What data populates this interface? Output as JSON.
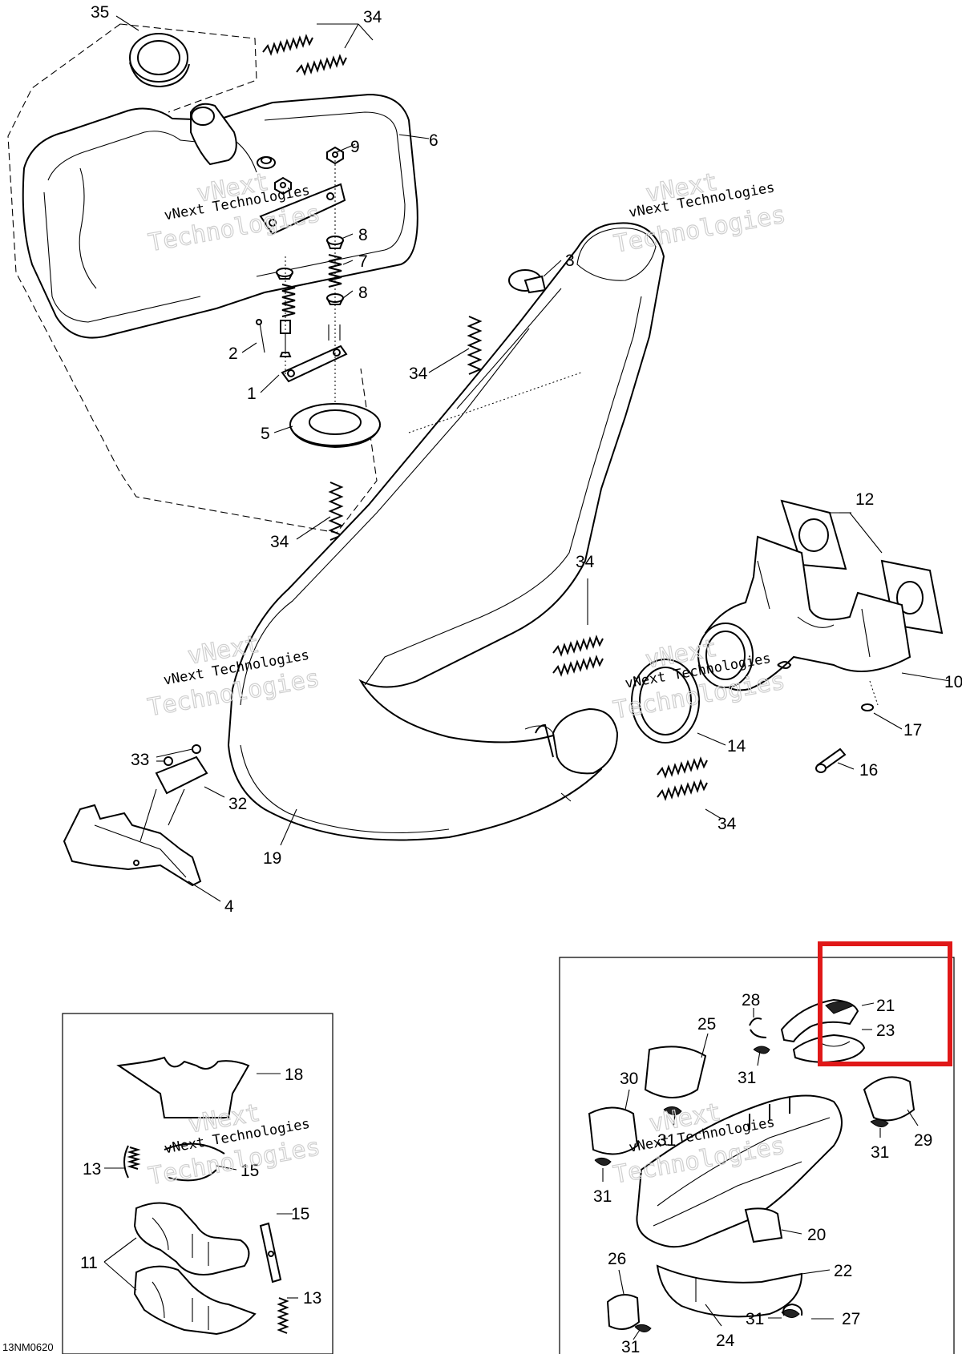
{
  "callouts": {
    "c35": "35",
    "c34a": "34",
    "c6": "6",
    "c9": "9",
    "c8a": "8",
    "c7": "7",
    "c8b": "8",
    "c2": "2",
    "c1": "1",
    "c5": "5",
    "c3": "3",
    "c34b": "34",
    "c34c": "34",
    "c12": "12",
    "c34d": "34",
    "c10": "10",
    "c17": "17",
    "c16": "16",
    "c14": "14",
    "c33": "33",
    "c32": "32",
    "c34e": "34",
    "c19": "19",
    "c4": "4",
    "c18": "18",
    "c13a": "13",
    "c15a": "15",
    "c15b": "15",
    "c11": "11",
    "c13b": "13",
    "c21": "21",
    "c23": "23",
    "c28": "28",
    "c25": "25",
    "c31a": "31",
    "c30": "30",
    "c31b": "31",
    "c31c": "31",
    "c31d": "31",
    "c29": "29",
    "c20": "20",
    "c22": "22",
    "c26": "26",
    "c24": "24",
    "c31e": "31",
    "c27": "27",
    "c31f": "31"
  },
  "drawing_code": "13NM0620",
  "watermark": {
    "line1": "vNext Technologies",
    "line2a": "vNext",
    "line2b": "Technologies"
  },
  "colors": {
    "line": "#000000",
    "highlight": "#e01818",
    "watermark": "#cfcfcf"
  }
}
